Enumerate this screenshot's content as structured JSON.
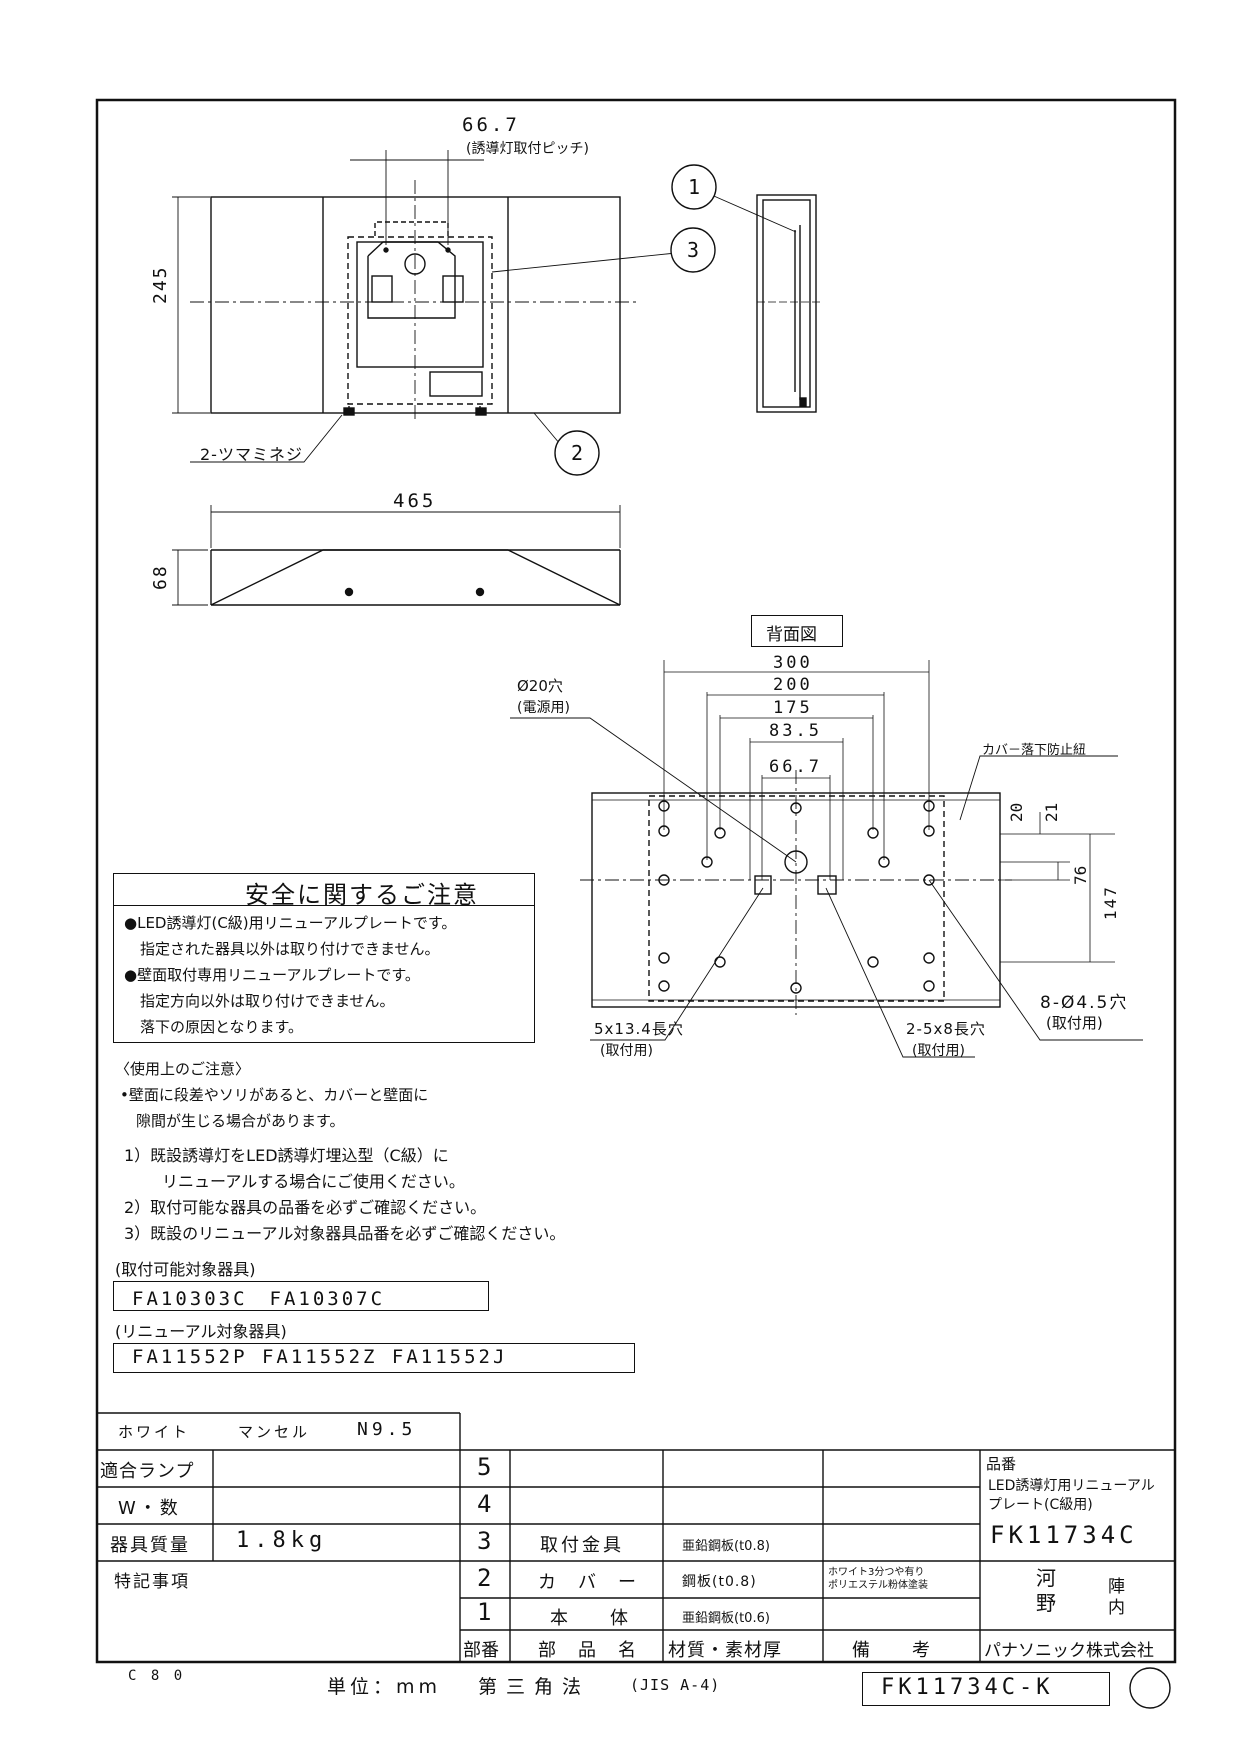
{
  "drawing": {
    "dim_pitch": "66.7",
    "dim_pitch_note": "(誘導灯取付ピッチ)",
    "dim_height": "245",
    "dim_width": "465",
    "dim_depth": "68",
    "callout_1": "1",
    "callout_2": "2",
    "callout_3": "3",
    "screws_note": "2-ツマミネジ"
  },
  "rear_view": {
    "title": "背面図",
    "dim_300": "300",
    "dim_200": "200",
    "dim_175": "175",
    "dim_83_5": "83.5",
    "dim_66_7": "66.7",
    "dim_20": "20",
    "dim_21": "21",
    "dim_76": "76",
    "dim_147": "147",
    "hole_power": "Ø20穴",
    "hole_power_note": "(電源用)",
    "cover_cord": "カバ－落下防止紐",
    "slot_long": "5x13.4長穴",
    "slot_long_note": "(取付用)",
    "slot_small": "2-5x8長穴",
    "slot_small_note": "(取付用)",
    "holes": "8-Ø4.5穴",
    "holes_note": "(取付用)"
  },
  "safety": {
    "title": "安全に関するご注意",
    "line1": "●LED誘導灯(C級)用リニューアルプレートです。",
    "line2": "指定された器具以外は取り付けできません。",
    "line3": "●壁面取付専用リニューアルプレートです。",
    "line4": "指定方向以外は取り付けできません。",
    "line5": "落下の原因となります。"
  },
  "usage": {
    "title": "〈使用上のご注意〉",
    "bullet1": "•壁面に段差やソリがあると、カバーと壁面に",
    "bullet1b": "隙間が生じる場合があります。",
    "item1": "1）既設誘導灯をLED誘導灯埋込型（C級）に",
    "item1b": "リニューアルする場合にご使用ください。",
    "item2": "2）取付可能な器具の品番を必ずご確認ください。",
    "item3": "3）既設のリニューアル対象器具品番を必ずご確認ください。",
    "mountable_label": "(取付可能対象器具)",
    "mountable_models": "FA10303C　FA10307C",
    "renewal_label": "(リニューアル対象器具)",
    "renewal_models": "FA11552P FA11552Z FA11552J"
  },
  "title_block": {
    "color_label": "ホワイト",
    "munsell_label": "マンセル",
    "munsell_value": "N9.5",
    "lamp_label": "適合ランプ",
    "watt_label": "W・数",
    "mass_label": "器具質量",
    "mass_value": "1.8kg",
    "notes_label": "特記事項",
    "row5_no": "5",
    "row4_no": "4",
    "row3_no": "3",
    "row3_name": "取付金具",
    "row3_material": "亜鉛鋼板(t0.8)",
    "row2_no": "2",
    "row2_name": "カ　バ　ー",
    "row2_material": "鋼板(t0.8)",
    "row2_remark1": "ホワイト3分つや有り",
    "row2_remark2": "ポリエステル粉体塗装",
    "row1_no": "1",
    "row1_name": "本　　体",
    "row1_material": "亜鉛鋼板(t0.6)",
    "hdr_no": "部番",
    "hdr_name": "部　品　名",
    "hdr_material": "材質・素材厚",
    "hdr_remark": "備　　考",
    "part_no_label": "品番",
    "product_name1": "LED誘導灯用リニューアル",
    "product_name2": "プレート(C級用)",
    "part_number": "FK11734C",
    "drawn_by1": "河",
    "drawn_by2": "陣",
    "drawn_by3": "野",
    "drawn_by4": "内",
    "company": "パナソニック株式会社"
  },
  "footer": {
    "code": "C 8 0",
    "unit": "単位：mm",
    "projection": "第三角法",
    "paper": "(JIS A-4)",
    "drawing_number": "FK11734C-K"
  }
}
